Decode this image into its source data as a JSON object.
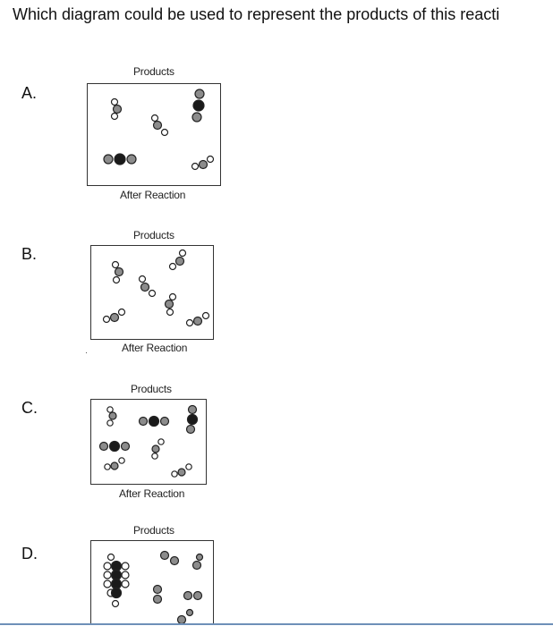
{
  "question": "Which diagram could be used to represent the products of this reacti",
  "options": [
    {
      "letter": "A.",
      "title": "Products",
      "caption": "After Reaction"
    },
    {
      "letter": "B.",
      "title": "Products",
      "caption": "After Reaction"
    },
    {
      "letter": "C.",
      "title": "Products",
      "caption": "After Reaction"
    },
    {
      "letter": "D.",
      "title": "Products",
      "caption": ""
    }
  ],
  "colors": {
    "atom_gray": "#8c8c8c",
    "atom_black": "#1a1a1a",
    "atom_white": "#ffffff",
    "outline": "#222222",
    "bottom_line": "#6e90b8"
  }
}
